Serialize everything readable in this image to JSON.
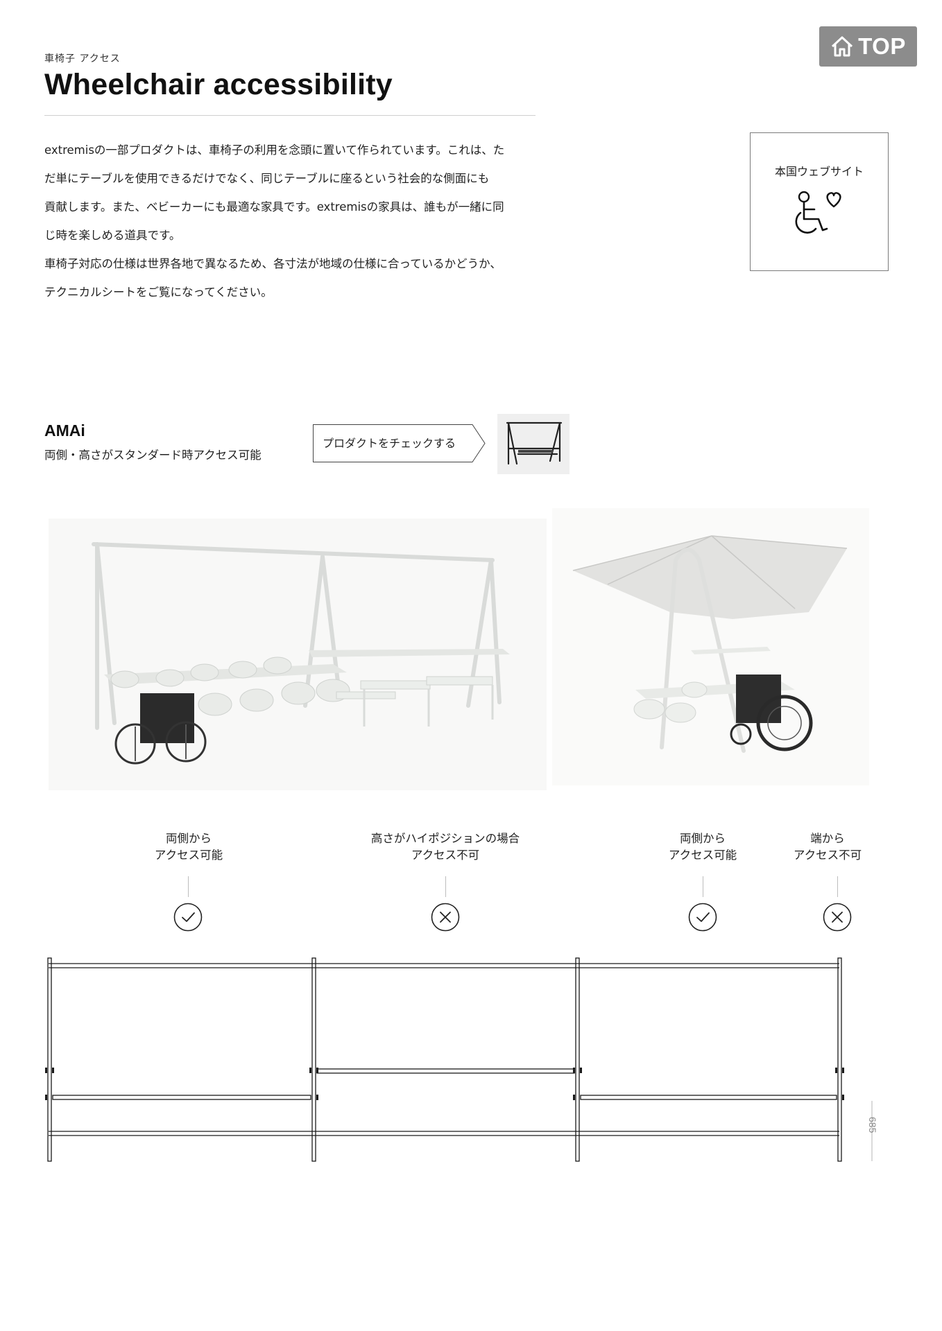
{
  "header": {
    "subtitle": "車椅子 アクセス",
    "title": "Wheelchair accessibility",
    "top_button": "TOP"
  },
  "intro": {
    "lines": [
      "extremisの一部プロダクトは、車椅子の利用を念頭に置いて作られています。これは、た",
      "だ単にテーブルを使用できるだけでなく、同じテーブルに座るという社会的な側面にも",
      "貢献します。また、ベビーカーにも最適な家具です。extremisの家具は、誰もが一緒に同",
      "じ時を楽しめる道具です。",
      "車椅子対応の仕様は世界各地で異なるため、各寸法が地域の仕様に合っているかどうか、",
      "テクニカルシートをご覧になってください。"
    ]
  },
  "site_box": {
    "label": "本国ウェブサイト",
    "icon": "wheelchair-heart-icon"
  },
  "product": {
    "name": "AMAi",
    "description": "両側・高さがスタンダード時アクセス可能",
    "check_button": "プロダクトをチェックする"
  },
  "access": [
    {
      "line1": "両側から",
      "line2": "アクセス可能",
      "status": "ok"
    },
    {
      "line1": "高さがハイポジションの場合",
      "line2": "アクセス不可",
      "status": "ng"
    },
    {
      "line1": "両側から",
      "line2": "アクセス可能",
      "status": "ok"
    },
    {
      "line1": "端から",
      "line2": "アクセス不可",
      "status": "ng"
    }
  ],
  "dimension": "685"
}
